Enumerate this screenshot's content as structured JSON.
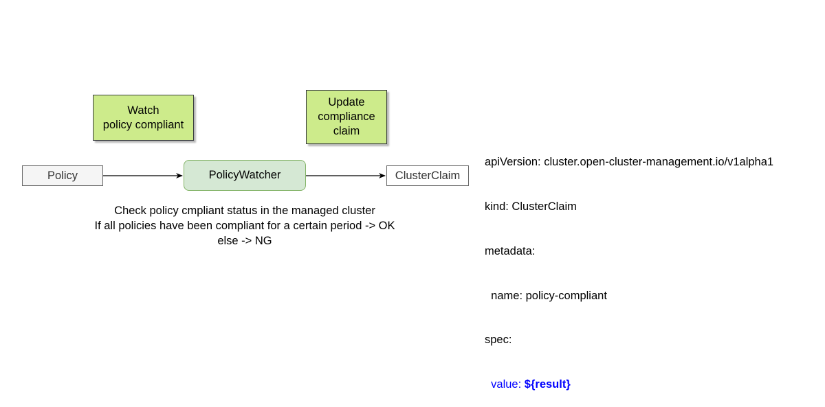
{
  "notes": {
    "watch": [
      "Watch",
      "policy compliant"
    ],
    "update": [
      "Update",
      "compliance",
      "claim"
    ]
  },
  "nodes": {
    "policy": "Policy",
    "watcher": "PolicyWatcher",
    "claim": "ClusterClaim"
  },
  "caption": [
    "Check policy cmpliant status in the managed cluster",
    "If all policies have been compliant for a certain period -> OK",
    "else -> NG"
  ],
  "yaml": {
    "lines": [
      "apiVersion: cluster.open-cluster-management.io/v1alpha1",
      "kind: ClusterClaim",
      "metadata:",
      "  name: policy-compliant",
      "spec:"
    ],
    "value_key": "  value: ",
    "value": "${result}"
  },
  "colors": {
    "note_fill": "#cdeb8b",
    "watcher_fill": "#d5e8d4",
    "watcher_border": "#82b366",
    "policy_fill": "#f5f5f5",
    "highlight": "#0000ff"
  }
}
